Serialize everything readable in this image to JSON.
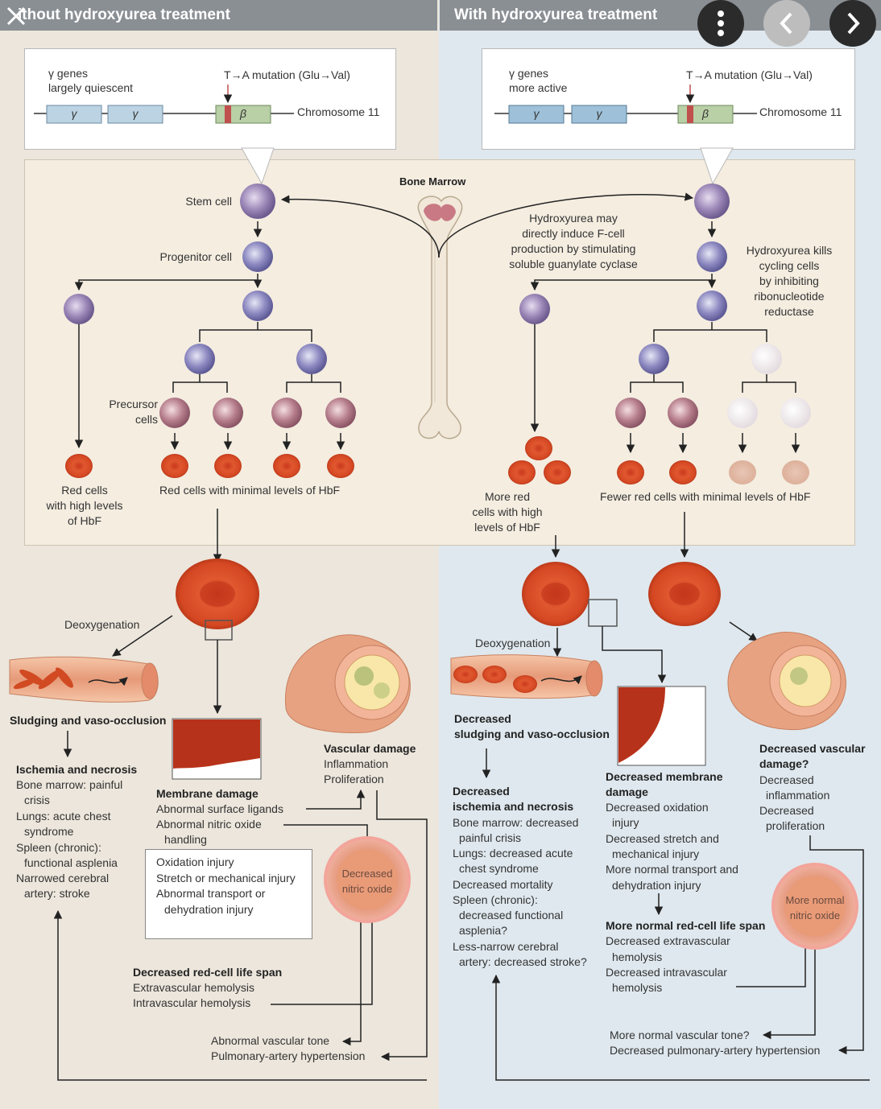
{
  "header": {
    "left_title": "ithout hydroxyurea treatment",
    "right_title": "With hydroxyurea treatment"
  },
  "controls": {
    "close_icon": "close-icon",
    "more_icon": "more-vertical-icon",
    "prev_icon": "chevron-left-icon",
    "next_icon": "chevron-right-icon"
  },
  "left": {
    "gene_caption_1": "γ genes",
    "gene_caption_2": "largely quiescent",
    "mutation": "T→A mutation (Glu→Val)",
    "gamma": "γ",
    "beta": "β",
    "chromosome": "Chromosome 11",
    "stem_cell": "Stem cell",
    "progenitor_cell": "Progenitor cell",
    "precursor_1": "Precursor",
    "precursor_2": "cells",
    "red_high_1": "Red cells",
    "red_high_2": "with high levels",
    "red_high_3": "of HbF",
    "red_minimal": "Red cells with minimal levels of HbF",
    "deoxygenation": "Deoxygenation",
    "sludging": "Sludging and vaso-occlusion",
    "ischemia_title": "Ischemia and necrosis",
    "ischemia_lines": [
      "Bone marrow: painful",
      "crisis",
      "Lungs: acute chest",
      "syndrome",
      "Spleen (chronic):",
      "functional asplenia",
      "Narrowed cerebral",
      "artery: stroke"
    ],
    "membrane_title": "Membrane damage",
    "membrane_lines": [
      "Abnormal surface ligands",
      "Abnormal nitric oxide",
      "handling"
    ],
    "box_lines": [
      "Oxidation injury",
      "Stretch or mechanical injury",
      "Abnormal transport or",
      "dehydration injury"
    ],
    "vascular_title": "Vascular damage",
    "vascular_lines": [
      "Inflammation",
      "Proliferation"
    ],
    "no_1": "Decreased",
    "no_2": "nitric oxide",
    "lifespan_title": "Decreased red-cell life span",
    "lifespan_lines": [
      "Extravascular hemolysis",
      "Intravascular hemolysis"
    ],
    "tone_1": "Abnormal vascular tone",
    "tone_2": "Pulmonary-artery hypertension"
  },
  "center": {
    "bone_marrow": "Bone Marrow"
  },
  "right": {
    "gene_caption_1": "γ genes",
    "gene_caption_2": "more active",
    "mutation": "T→A mutation (Glu→Val)",
    "gamma": "γ",
    "beta": "β",
    "chromosome": "Chromosome 11",
    "hu_induce": [
      "Hydroxyurea may",
      "directly induce F-cell",
      "production by stimulating",
      "soluble guanylate cyclase"
    ],
    "hu_kills": [
      "Hydroxyurea kills",
      "cycling cells",
      "by inhibiting",
      "ribonucleotide",
      "reductase"
    ],
    "more_red": [
      "More red",
      "cells with high",
      "levels of HbF"
    ],
    "fewer_red": "Fewer red cells with minimal levels of HbF",
    "deoxygenation": "Deoxygenation",
    "sludging_1": "Decreased",
    "sludging_2": "sludging and vaso-occlusion",
    "ischemia_title_1": "Decreased",
    "ischemia_title_2": "ischemia and necrosis",
    "ischemia_lines": [
      "Bone marrow: decreased",
      "painful crisis",
      "Lungs: decreased acute",
      "chest syndrome",
      "Decreased mortality",
      "Spleen (chronic):",
      "decreased functional",
      "asplenia?",
      "Less-narrow cerebral",
      "artery: decreased stroke?"
    ],
    "membrane_title_1": "Decreased membrane",
    "membrane_title_2": "damage",
    "membrane_lines": [
      "Decreased oxidation",
      "injury",
      "Decreased stretch and",
      "mechanical injury",
      "More normal transport and",
      "dehydration injury"
    ],
    "lifespan_title": "More normal red-cell life span",
    "lifespan_lines": [
      "Decreased extravascular",
      "hemolysis",
      "Decreased intravascular",
      "hemolysis"
    ],
    "vascular_title_1": "Decreased vascular",
    "vascular_title_2": "damage?",
    "vascular_lines": [
      "Decreased",
      "inflammation",
      "Decreased",
      "proliferation"
    ],
    "no_1": "More normal",
    "no_2": "nitric oxide",
    "tone_1": "More normal vascular tone?",
    "tone_2": "Decreased pulmonary-artery hypertension"
  }
}
